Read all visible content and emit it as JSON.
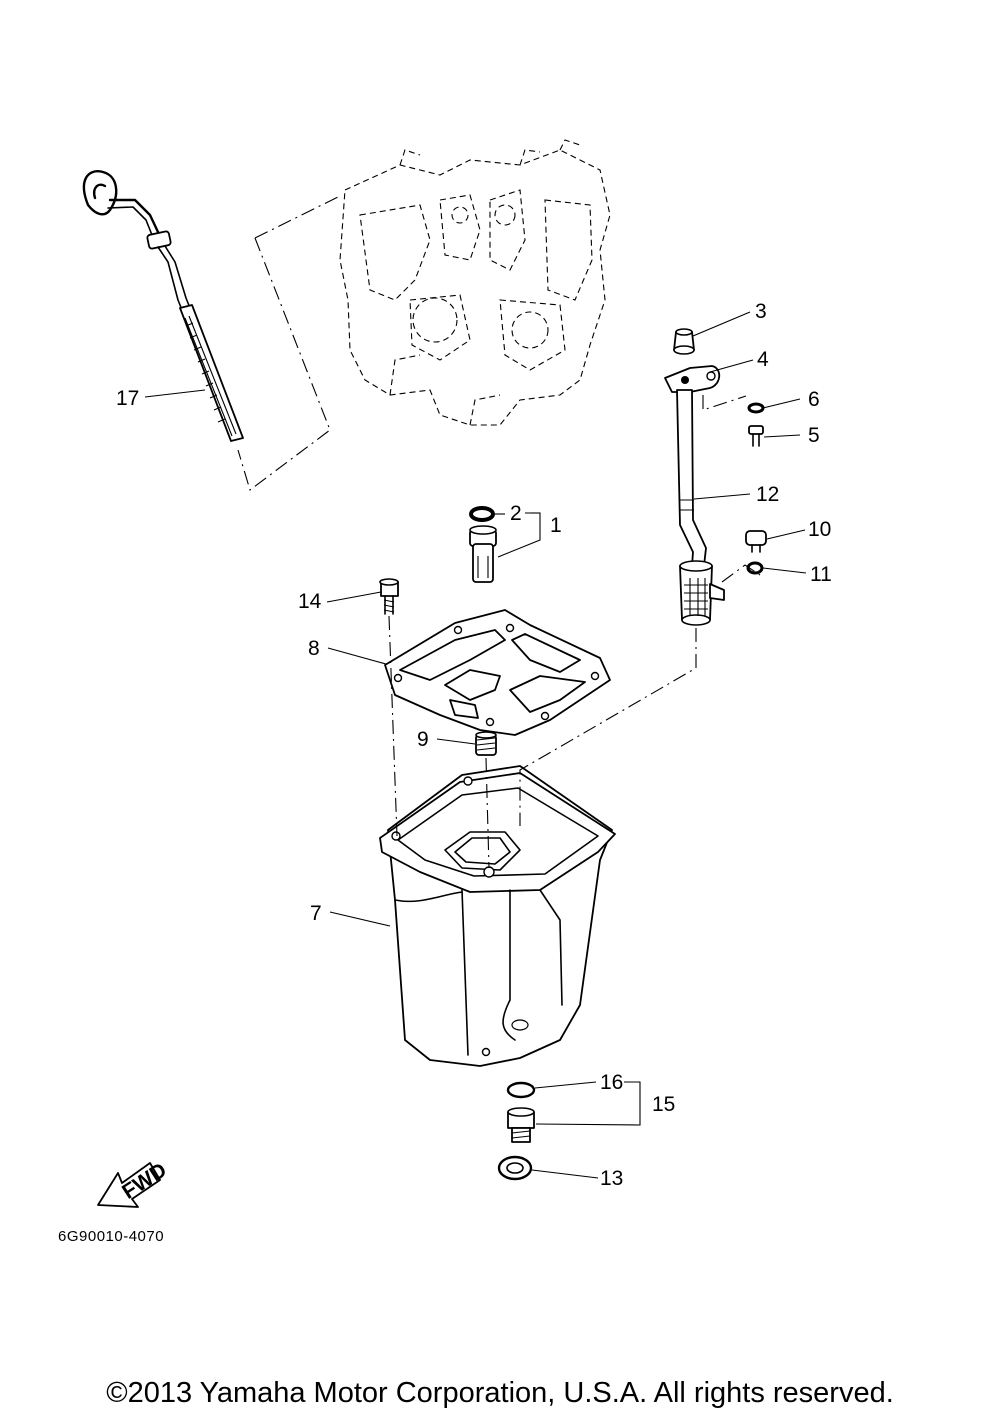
{
  "diagram": {
    "part_code": "6G90010-4070",
    "fwd_label": "FWD",
    "copyright": "©2013 Yamaha Motor Corporation, U.S.A. All rights reserved.",
    "callouts": [
      {
        "id": "c1",
        "text": "1"
      },
      {
        "id": "c2",
        "text": "2"
      },
      {
        "id": "c3",
        "text": "3"
      },
      {
        "id": "c4",
        "text": "4"
      },
      {
        "id": "c5",
        "text": "5"
      },
      {
        "id": "c6",
        "text": "6"
      },
      {
        "id": "c7",
        "text": "7"
      },
      {
        "id": "c8",
        "text": "8"
      },
      {
        "id": "c9",
        "text": "9"
      },
      {
        "id": "c10",
        "text": "10"
      },
      {
        "id": "c11",
        "text": "11"
      },
      {
        "id": "c12",
        "text": "12"
      },
      {
        "id": "c13",
        "text": "13"
      },
      {
        "id": "c14",
        "text": "14"
      },
      {
        "id": "c15",
        "text": "15"
      },
      {
        "id": "c16",
        "text": "16"
      },
      {
        "id": "c17",
        "text": "17"
      }
    ]
  }
}
